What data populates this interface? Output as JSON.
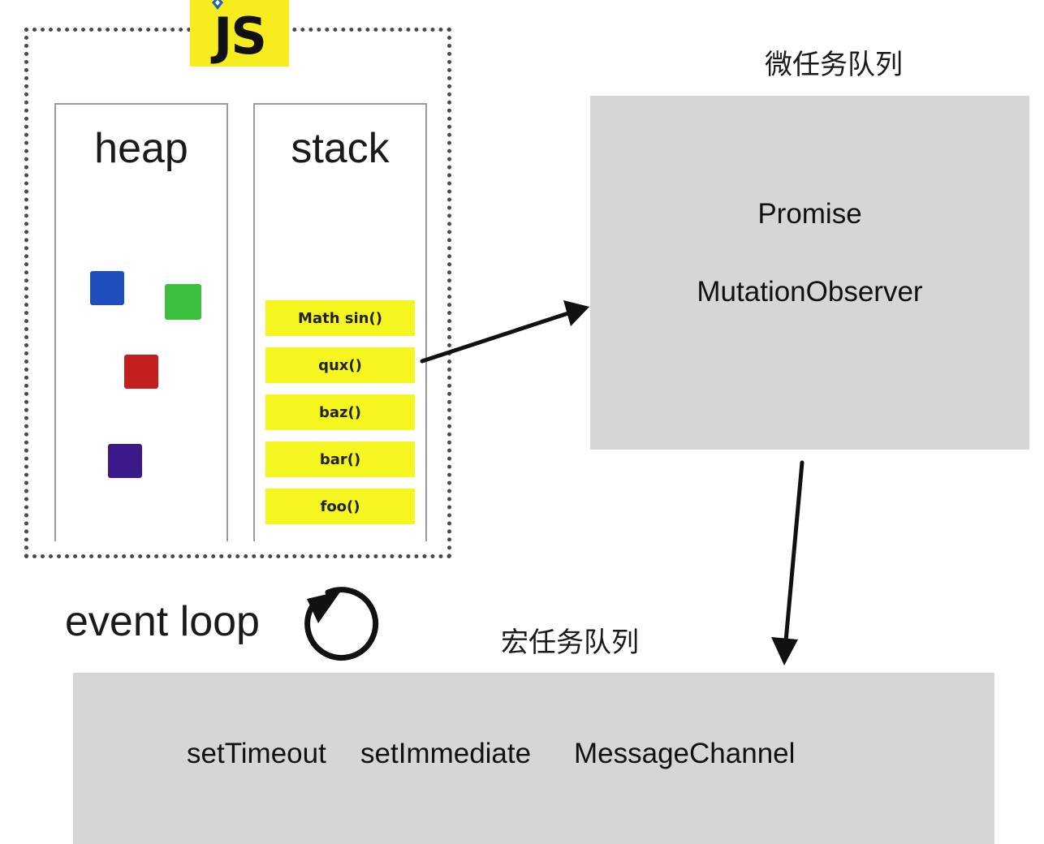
{
  "js_logo": {
    "label": "JS"
  },
  "heap": {
    "title": "heap"
  },
  "stack": {
    "title": "stack",
    "frames": [
      "Math sin()",
      "qux()",
      "baz()",
      "bar()",
      "foo()"
    ]
  },
  "event_loop": {
    "label": "event loop"
  },
  "microtask_queue": {
    "title": "微任务队列",
    "items": [
      "Promise",
      "MutationObserver"
    ]
  },
  "macrotask_queue": {
    "title": "宏任务队列",
    "items": [
      "setTimeout",
      "setImmediate",
      "MessageChannel"
    ]
  },
  "colors": {
    "js_yellow": "#f7ec1d",
    "stack_frame": "#f5f51f",
    "queue_box": "#d6d6d6",
    "heap_blue": "#1f4fbf",
    "heap_green": "#3cbf3c",
    "heap_red": "#c41e1e",
    "heap_purple": "#3d1a8c"
  }
}
